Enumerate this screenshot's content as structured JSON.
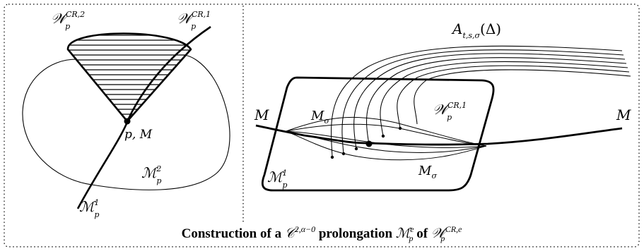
{
  "caption": {
    "prefix": "Construction of a ",
    "C": "𝒞",
    "C_sup": "2,α−0",
    "middle": " prolongation ",
    "M": "ℳ",
    "M_sub": "p",
    "M_sup": "e",
    "of": " of ",
    "W": "𝒲",
    "W_sub": "p",
    "W_sup": "CR,e"
  },
  "left_panel": {
    "wedge_label": {
      "base": "𝒲",
      "sub": "p",
      "sup": "CR,2"
    },
    "curve_label": {
      "base": "𝒲",
      "sub": "p",
      "sup": "CR,1"
    },
    "point_label": "p, M",
    "region_label": {
      "base": "ℳ",
      "sub": "p",
      "sup": "2"
    },
    "curve_bottom_label": {
      "base": "ℳ",
      "sub": "p",
      "sup": "1"
    }
  },
  "right_panel": {
    "family_label": {
      "base": "A",
      "sub": "t,s,σ",
      "tail": "(Δ)"
    },
    "manifold_left": "M",
    "manifold_right": "M",
    "msigma_top": {
      "base": "M",
      "sub": "σ"
    },
    "msigma_bottom": {
      "base": "M",
      "sub": "σ"
    },
    "wedge_label": {
      "base": "𝒲",
      "sub": "p",
      "sup": "CR,1"
    },
    "region_label": {
      "base": "ℳ",
      "sub": "p",
      "sup": "1"
    }
  }
}
